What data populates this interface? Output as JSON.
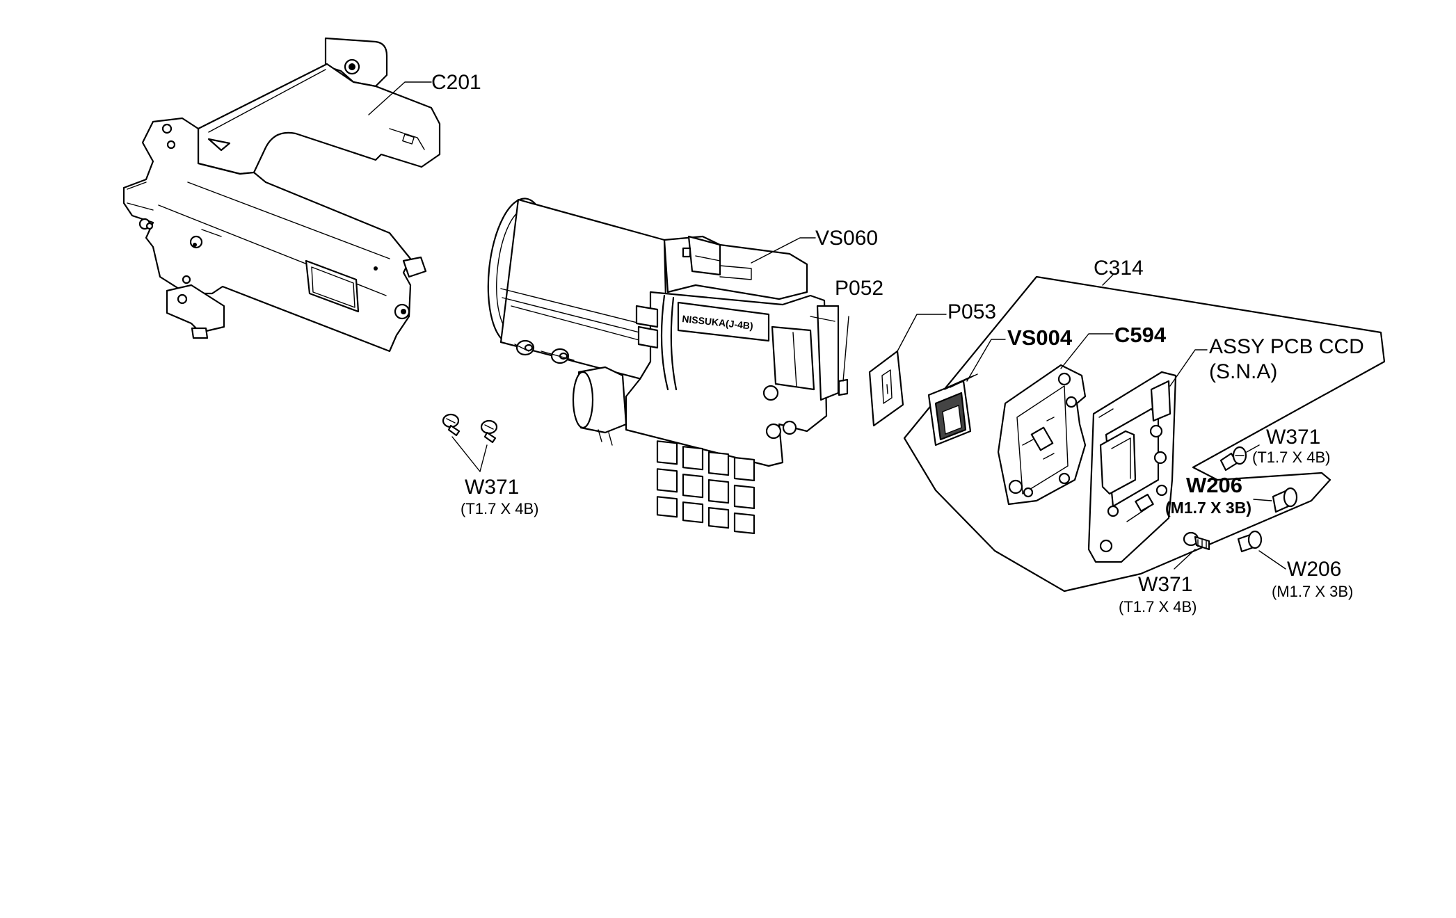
{
  "labels": {
    "c201": "C201",
    "vs060": "VS060",
    "p052": "P052",
    "c314": "C314",
    "p053": "P053",
    "vs004": "VS004",
    "c594": "C594",
    "assy_pcb_ccd": "ASSY PCB CCD",
    "sna": "(S.N.A)",
    "w371_left": "W371",
    "w371_left_spec": "(T1.7 X 4B)",
    "w371_right_top": "W371",
    "w371_right_top_spec": "(T1.7 X 4B)",
    "w206_top": "W206",
    "w206_top_spec": "(M1.7 X 3B)",
    "w371_bottom": "W371",
    "w371_bottom_spec": "(T1.7 X 4B)",
    "w206_bottom": "W206",
    "w206_bottom_spec": "(M1.7 X 3B)",
    "lens_marking": "NISSUKA(J-4B)"
  }
}
